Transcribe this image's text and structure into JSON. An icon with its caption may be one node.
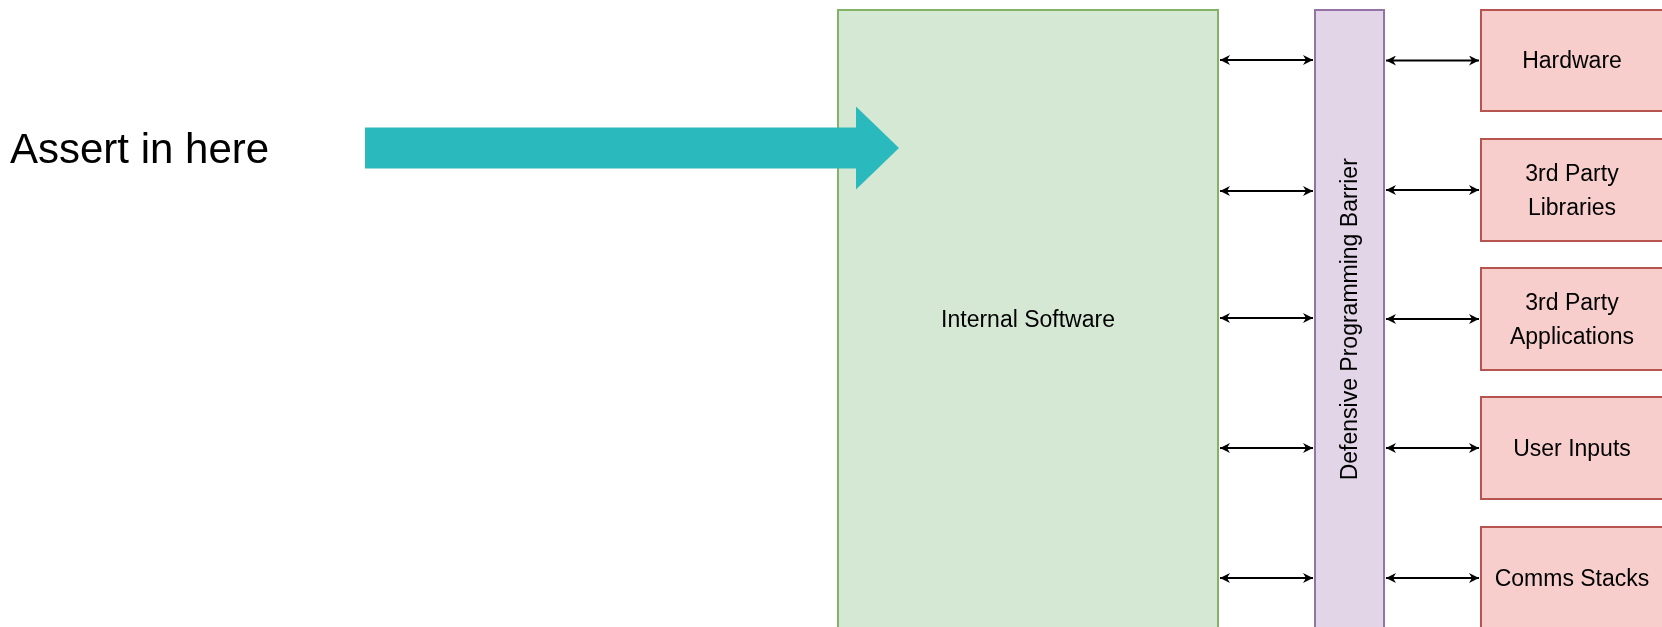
{
  "diagram": {
    "nodes": [
      {
        "text": [
          "Assert in here"
        ]
      },
      {
        "text": [
          "Internal Software"
        ]
      },
      {
        "text": [
          "Defensive Programming Barrier"
        ]
      },
      {
        "text": [
          "Hardware"
        ]
      },
      {
        "text": [
          "3rd Party Libraries"
        ]
      },
      {
        "text": [
          "3rd Party Applications"
        ]
      },
      {
        "text": [
          "User Inputs"
        ]
      },
      {
        "text": [
          "Comms Stacks"
        ]
      }
    ],
    "edges": [
      {
        "from": 0,
        "to": 1,
        "arrow": "to",
        "style": "thick",
        "color": "#2ab9bd"
      },
      {
        "from": 1,
        "to": 2,
        "arrow": "both"
      },
      {
        "from": 1,
        "to": 2,
        "arrow": "both"
      },
      {
        "from": 1,
        "to": 2,
        "arrow": "both"
      },
      {
        "from": 1,
        "to": 2,
        "arrow": "both"
      },
      {
        "from": 1,
        "to": 2,
        "arrow": "both"
      },
      {
        "from": 2,
        "to": 3,
        "arrow": "both"
      },
      {
        "from": 2,
        "to": 4,
        "arrow": "both"
      },
      {
        "from": 2,
        "to": 5,
        "arrow": "both"
      },
      {
        "from": 2,
        "to": 6,
        "arrow": "both"
      },
      {
        "from": 2,
        "to": 7,
        "arrow": "both"
      }
    ]
  }
}
